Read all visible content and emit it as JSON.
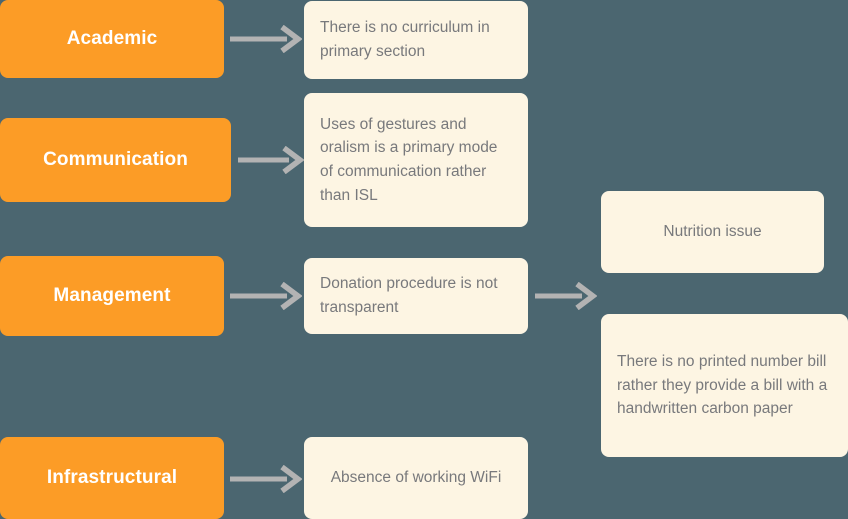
{
  "diagram": {
    "title": "Issue categories flow diagram",
    "colors": {
      "background": "#4b6670",
      "category_box": "#fc9c26",
      "category_text": "#ffffff",
      "issue_box": "#fdf5e3",
      "issue_text": "#78797c",
      "arrow": "#b3b3b3"
    },
    "categories": [
      {
        "label": "Academic"
      },
      {
        "label": "Communication"
      },
      {
        "label": "Management"
      },
      {
        "label": "Infrastructural"
      }
    ],
    "issues": [
      {
        "label": "There is no curriculum in primary section"
      },
      {
        "label": "Uses of gestures and oralism is a primary mode of communication rather than ISL"
      },
      {
        "label": "Donation procedure is not transparent"
      },
      {
        "label": "Absence of working WiFi"
      }
    ],
    "sub_issues": [
      {
        "label": "Nutrition issue"
      },
      {
        "label": " There is no printed number bill rather they provide a bill with a handwritten carbon paper"
      }
    ],
    "arrows": [
      {
        "name": "arrow-academic"
      },
      {
        "name": "arrow-communication"
      },
      {
        "name": "arrow-management"
      },
      {
        "name": "arrow-infrastructural"
      },
      {
        "name": "arrow-management-to-subissues"
      }
    ]
  }
}
